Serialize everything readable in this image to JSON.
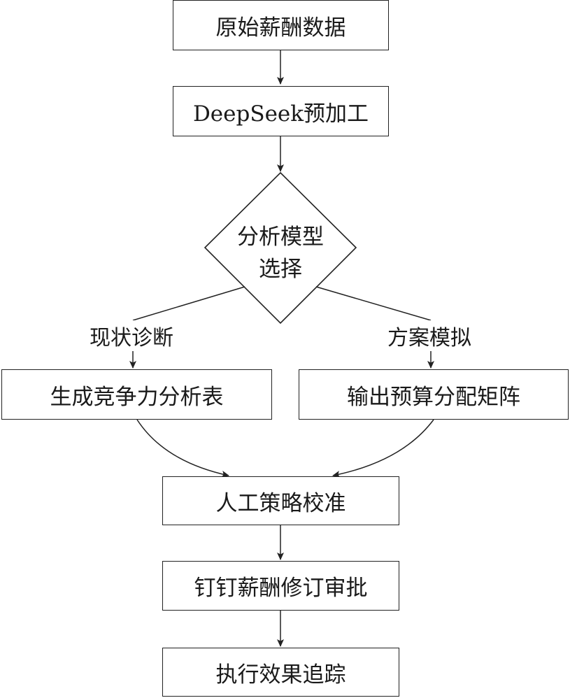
{
  "flowchart": {
    "nodes": {
      "raw_data": "原始薪酬数据",
      "preprocess": "DeepSeek预加工",
      "model_select_line1": "分析模型",
      "model_select_line2": "选择",
      "competitiveness_table": "生成竞争力分析表",
      "budget_matrix": "输出预算分配矩阵",
      "manual_calibration": "人工策略校准",
      "dingtalk_approval": "钉钉薪酬修订审批",
      "effect_tracking": "执行效果追踪"
    },
    "branch_labels": {
      "left": "现状诊断",
      "right": "方案模拟"
    }
  }
}
